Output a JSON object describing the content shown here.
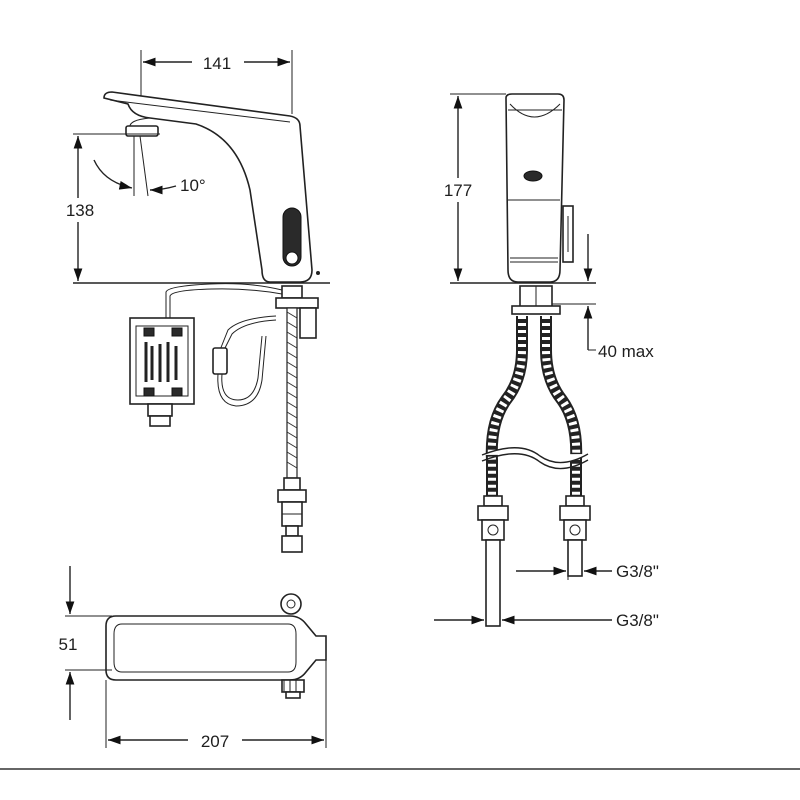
{
  "drawing": {
    "dimensions": {
      "spout_reach": "141",
      "spout_height": "138",
      "spout_angle": "10°",
      "total_height": "177",
      "deck_thickness": "40 max",
      "thread_cold": "G3/8\"",
      "thread_hot": "G3/8\"",
      "body_width": "51",
      "total_length": "207"
    }
  }
}
